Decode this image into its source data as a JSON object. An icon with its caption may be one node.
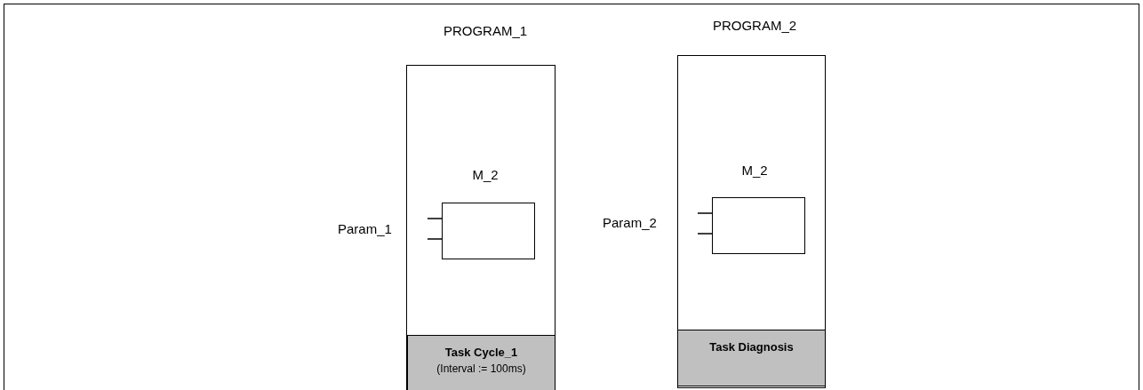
{
  "diagram": {
    "nodes": [
      {
        "text": [
          "PROGRAM_1"
        ]
      },
      {
        "text": [
          "M_2"
        ],
        "in": 0
      },
      {
        "text": [
          "Task Cycle_1",
          "(Interval := 100ms)"
        ],
        "in": 0
      },
      {
        "text": [
          "PROGRAM_2"
        ]
      },
      {
        "text": [
          "M_2"
        ],
        "in": 3
      },
      {
        "text": [
          "Task Diagnosis"
        ],
        "in": 3
      }
    ],
    "edges": [],
    "labels": [
      "Param_1",
      "Param_2"
    ]
  }
}
